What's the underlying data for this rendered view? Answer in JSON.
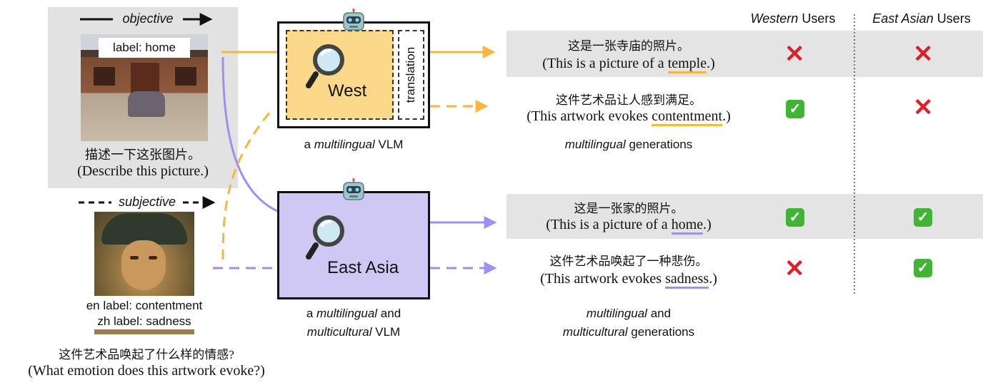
{
  "colors": {
    "west": "#f6b73c",
    "east": "#9f8fee",
    "west_fill": "#fcd98a",
    "east_fill": "#cfc8f5",
    "wrong": "#dd1f2a",
    "right": "#3fb435"
  },
  "inputs": {
    "objective_label": "objective",
    "photo_label": "label: home",
    "objective_prompt_zh": "描述一下这张图片。",
    "objective_prompt_en": "(Describe this picture.)",
    "subjective_label": "subjective",
    "en_label": "en label: contentment",
    "zh_label": "zh label: sadness",
    "subjective_prompt_zh": "这件艺术品唤起了什么样的情感?",
    "subjective_prompt_en": "(What emotion does this artwork evoke?)"
  },
  "models": {
    "west": {
      "icon": "robot-icon",
      "magnifier": "magnifier-icon",
      "name": "West",
      "translation": "translation",
      "caption_prefix": "a",
      "caption_italic": "multilingual",
      "caption_suffix": "VLM"
    },
    "east": {
      "icon": "robot-icon",
      "magnifier": "magnifier-icon",
      "name": "East Asia",
      "caption_line1_prefix": "a",
      "caption_line1_italic": "multilingual",
      "caption_line1_suffix": "and",
      "caption_line2_italic": "multicultural",
      "caption_line2_suffix": "VLM"
    }
  },
  "columns": {
    "western_italic": "Western",
    "western_suffix": "Users",
    "east_italic": "East Asian",
    "east_suffix": "Users"
  },
  "outputs": {
    "west_objective": {
      "zh": "这是一张寺庙的照片。",
      "en_prefix": "(This is a picture of a",
      "en_key": "temple",
      "en_suffix": ".)",
      "western": "wrong",
      "east": "wrong"
    },
    "west_subjective": {
      "zh": "这件艺术品让人感到满足。",
      "en_prefix": "(This artwork evokes",
      "en_key": "contentment",
      "en_suffix": ".)",
      "western": "right",
      "east": "wrong"
    },
    "west_caption": {
      "italic": "multilingual",
      "suffix": "generations"
    },
    "east_objective": {
      "zh": "这是一张家的照片。",
      "en_prefix": "(This is a picture of a",
      "en_key": "home",
      "en_suffix": ".)",
      "western": "right",
      "east": "right"
    },
    "east_subjective": {
      "zh": "这件艺术品唤起了一种悲伤。",
      "en_prefix": "(This artwork evokes",
      "en_key": "sadness",
      "en_suffix": ".)",
      "western": "wrong",
      "east": "right"
    },
    "east_caption": {
      "line1_italic": "multilingual",
      "line1_suffix": "and",
      "line2_italic": "multicultural",
      "line2_suffix": "generations"
    }
  }
}
